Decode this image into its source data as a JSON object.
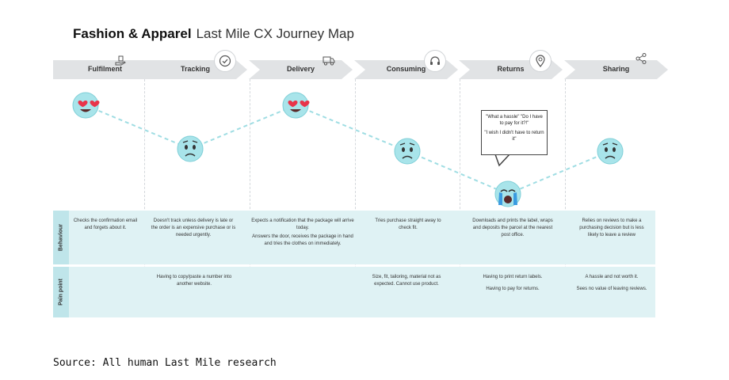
{
  "title": {
    "bold": "Fashion & Apparel",
    "light": "Last Mile CX Journey Map"
  },
  "stages": [
    {
      "label": "Fulfilment",
      "icon": "hand-box-icon"
    },
    {
      "label": "Tracking",
      "icon": "checkmark-circle-icon"
    },
    {
      "label": "Delivery",
      "icon": "delivery-truck-icon"
    },
    {
      "label": "Consuming",
      "icon": "headphones-icon"
    },
    {
      "label": "Returns",
      "icon": "location-pin-icon"
    },
    {
      "label": "Sharing",
      "icon": "share-icon"
    }
  ],
  "emotions": [
    {
      "stage": "Fulfilment",
      "face": "heart-eyes-emoji"
    },
    {
      "stage": "Tracking",
      "face": "worried-face-emoji"
    },
    {
      "stage": "Delivery",
      "face": "heart-eyes-emoji"
    },
    {
      "stage": "Consuming",
      "face": "worried-face-emoji"
    },
    {
      "stage": "Returns",
      "face": "crying-face-emoji"
    },
    {
      "stage": "Sharing",
      "face": "worried-face-emoji"
    }
  ],
  "quote": {
    "line1": "\"What a hassle\" \"Do I have to pay for it?!\"",
    "line2": "\"I wish I didn't have to return it\""
  },
  "rows": {
    "behaviour": {
      "label": "Behaviour",
      "cells": [
        [
          "Checks the confirmation email and forgets about it."
        ],
        [
          "Doesn't track unless delivery is late or the order is an expensive purchase or is needed urgently."
        ],
        [
          "Expects a notification that the package will arrive today.",
          "Answers the door, receives the package in hand and tries the clothes on immediately."
        ],
        [
          "Tries purchase straight away to check fit."
        ],
        [
          "Downloads and prints the label, wraps and deposits the parcel at the nearest post office."
        ],
        [
          "Relies on reviews to make a purchasing decision but is less likely to leave a review"
        ]
      ]
    },
    "pain": {
      "label": "Pain point",
      "cells": [
        [],
        [
          "Having to copy/paste a number into another website."
        ],
        [],
        [
          "Size, fit, tailoring, material not as expected. Cannot use product."
        ],
        [
          "Having to print return labels.",
          "Having to pay for returns."
        ],
        [
          "A hassle and not worth it.",
          "Sees no value of leaving reviews."
        ]
      ]
    }
  },
  "source": "Source: All human Last Mile research",
  "colors": {
    "face": "#a8e4ea",
    "connector": "#9fdde3",
    "row_bg": "#dff2f4",
    "label_bg": "#bfe5ea",
    "stage_bg": "#e1e3e5"
  }
}
